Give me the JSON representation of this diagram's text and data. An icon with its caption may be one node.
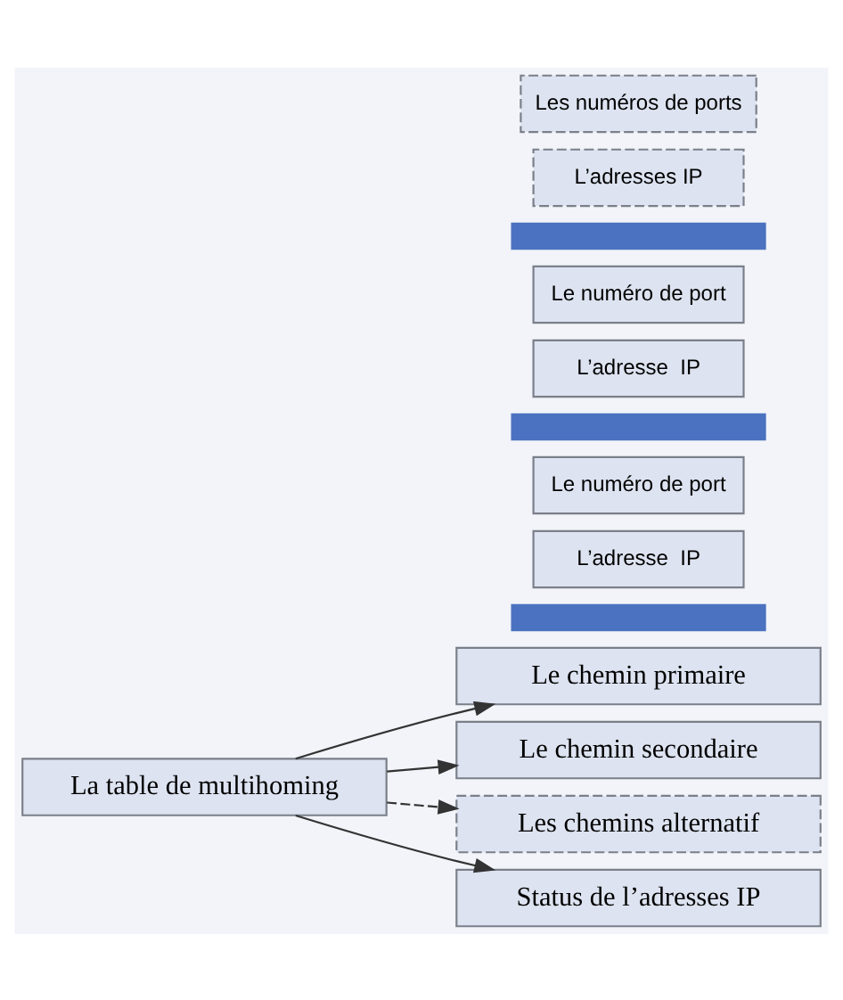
{
  "diagram": {
    "nodes": [
      {
        "text": [
          "La table de multihoming"
        ]
      },
      {
        "text": [
          "Le chemin primaire"
        ]
      },
      {
        "text": [],
        "shape": "bar"
      },
      {
        "text": [
          "L’adresse  IP"
        ]
      },
      {
        "text": [
          "Le numéro de port"
        ]
      },
      {
        "text": [
          "Le chemin secondaire"
        ]
      },
      {
        "text": [],
        "shape": "bar"
      },
      {
        "text": [
          "L’adresse  IP"
        ]
      },
      {
        "text": [
          "Le numéro de port"
        ]
      },
      {
        "text": [
          "Les chemins alternatif"
        ]
      },
      {
        "text": [],
        "shape": "bar"
      },
      {
        "text": [
          "L’adresses IP"
        ]
      },
      {
        "text": [
          "Les numéros de ports"
        ]
      },
      {
        "text": [
          "Status de l’adresses IP"
        ]
      }
    ],
    "edges": [
      {
        "from": 0,
        "to": 1,
        "arrow": "to"
      },
      {
        "from": 0,
        "to": 5,
        "arrow": "to"
      },
      {
        "from": 0,
        "to": 9,
        "arrow": "to",
        "style": "dashed"
      },
      {
        "from": 0,
        "to": 13,
        "arrow": "to"
      }
    ]
  }
}
